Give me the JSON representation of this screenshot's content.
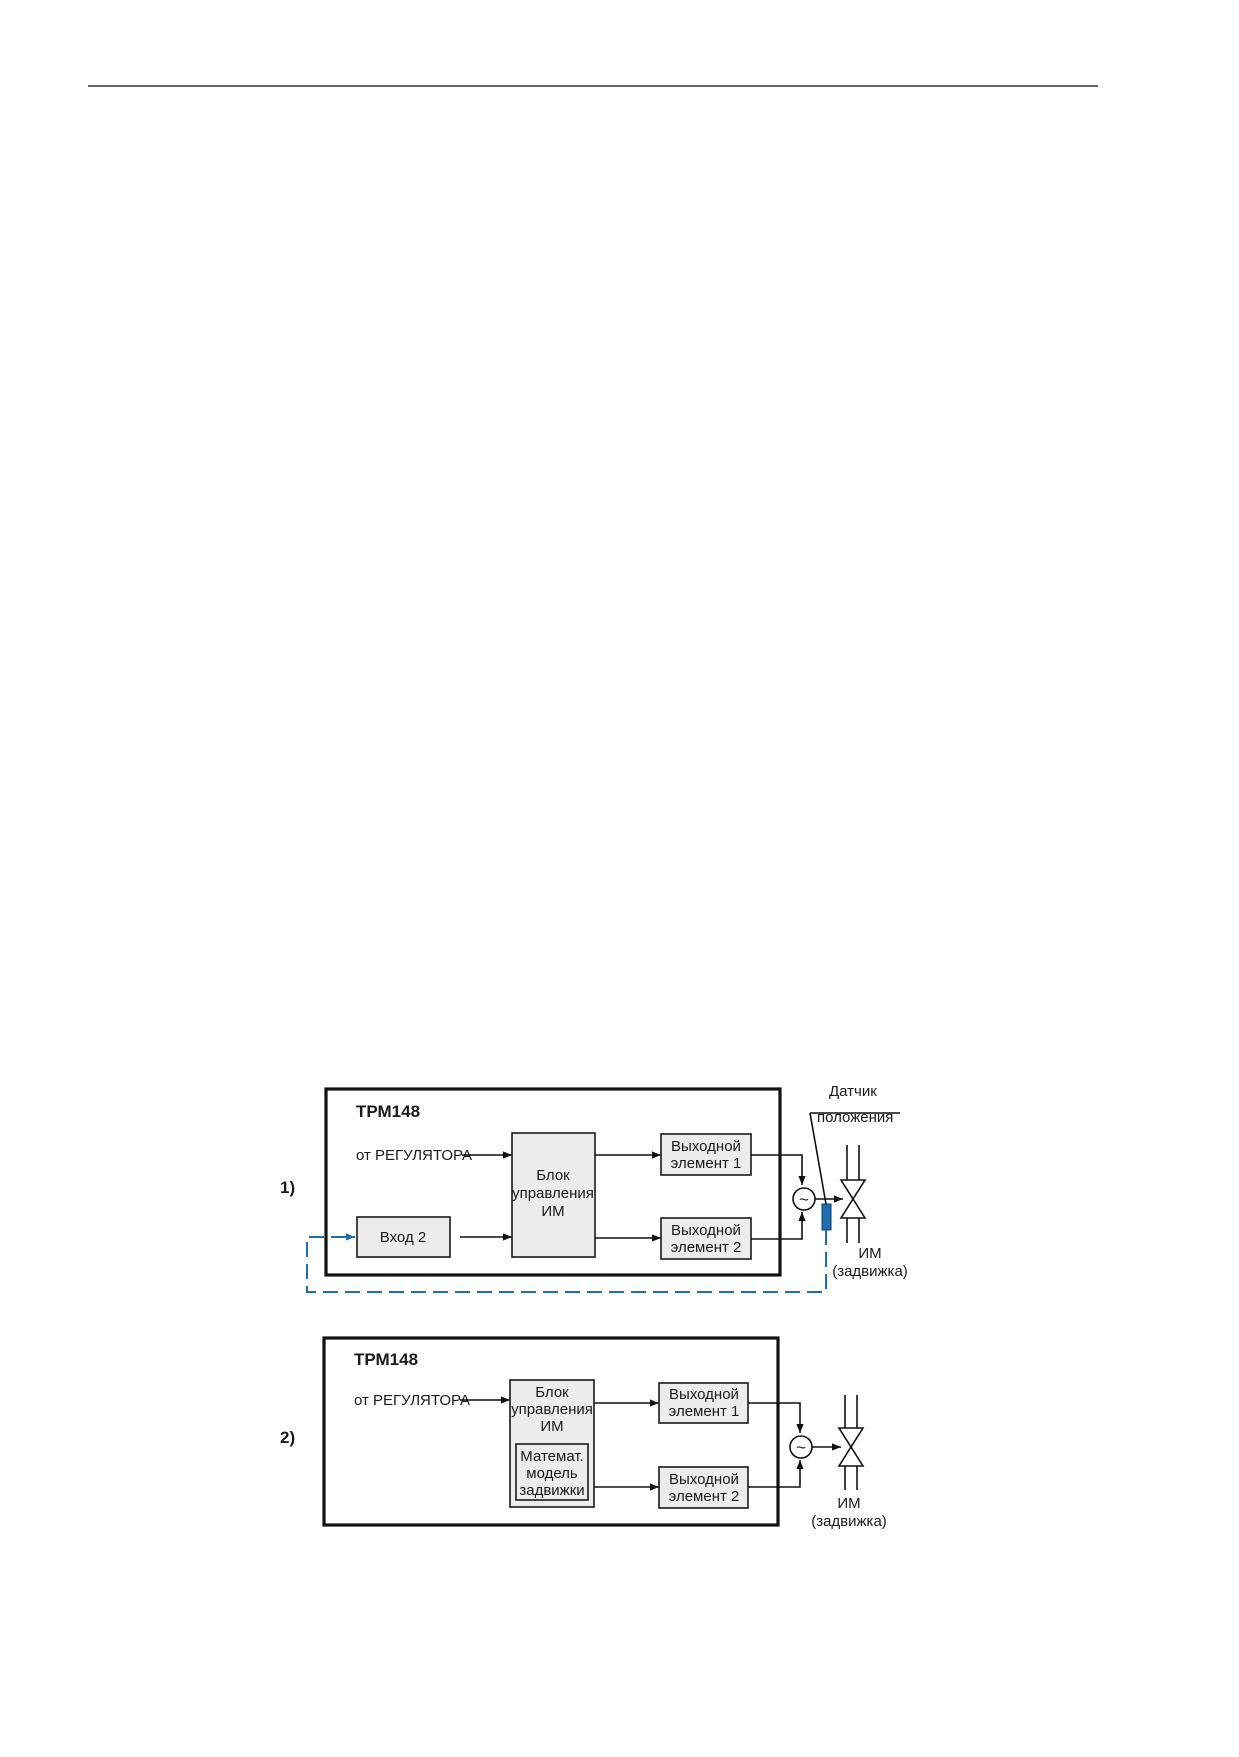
{
  "colors": {
    "feedback_line": "#1f6cb0",
    "sensor": "#1f6cb0",
    "block_fill": "#ececec",
    "stroke": "#111111"
  },
  "diagram1": {
    "number": "1)",
    "device_title": "ТРМ148",
    "input_label": "от РЕГУЛЯТОРА",
    "input2_block": "Вход 2",
    "control_block": [
      "Блок",
      "управления",
      "ИМ"
    ],
    "output1": [
      "Выходной",
      "элемент 1"
    ],
    "output2": [
      "Выходной",
      "элемент 2"
    ],
    "sensor_label": [
      "Датчик",
      "положения"
    ],
    "actuator_label": [
      "ИМ",
      "(задвижка)"
    ],
    "motor_symbol": "~"
  },
  "diagram2": {
    "number": "2)",
    "device_title": "ТРМ148",
    "input_label": "от РЕГУЛЯТОРА",
    "control_block": [
      "Блок",
      "управления",
      "ИМ"
    ],
    "model_block": [
      "Математ.",
      "модель",
      "задвижки"
    ],
    "output1": [
      "Выходной",
      "элемент 1"
    ],
    "output2": [
      "Выходной",
      "элемент 2"
    ],
    "actuator_label": [
      "ИМ",
      "(задвижка)"
    ],
    "motor_symbol": "~"
  }
}
